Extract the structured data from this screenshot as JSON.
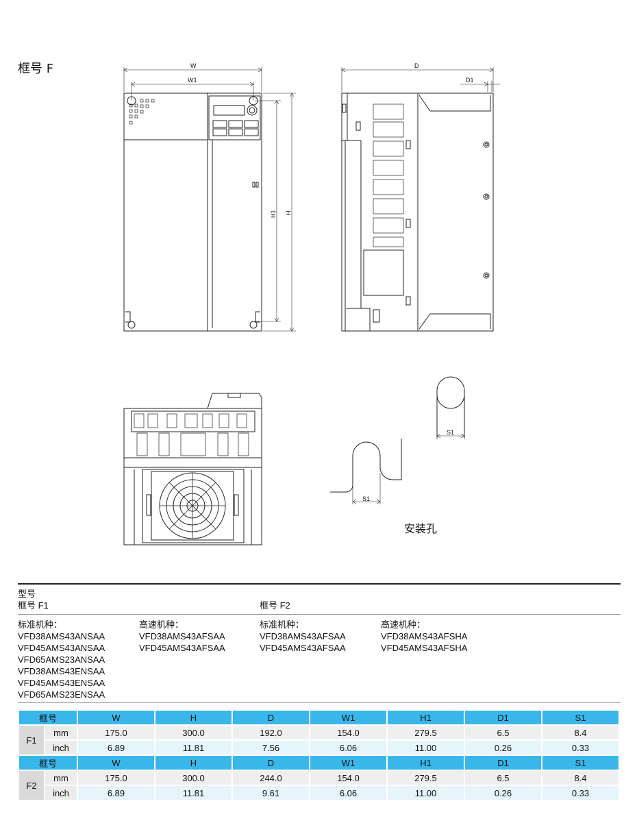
{
  "frame_title": "框号 F",
  "dims": {
    "W": "W",
    "W1": "W1",
    "D": "D",
    "D1": "D1",
    "H": "H",
    "H1": "H1",
    "S1_top": "S1",
    "S1_bottom": "S1"
  },
  "mount_label": "安装孔",
  "models": {
    "heading": "型号",
    "f1_label": "框号 F1",
    "f2_label": "框号 F2",
    "f1_std_title": "标准机种：",
    "f1_std": [
      "VFD38AMS43ANSAA",
      "VFD45AMS43ANSAA",
      "VFD65AMS23ANSAA",
      "VFD38AMS43ENSAA",
      "VFD45AMS43ENSAA",
      "VFD65AMS23ENSAA"
    ],
    "f1_hs_title": "高速机种：",
    "f1_hs": [
      "VFD38AMS43AFSAA",
      "VFD45AMS43AFSAA"
    ],
    "f2_std_title": "标准机种：",
    "f2_std": [
      "VFD38AMS43AFSAA",
      "VFD45AMS43AFSAA"
    ],
    "f2_hs_title": "高速机种：",
    "f2_hs": [
      "VFD38AMS43AFSHA",
      "VFD45AMS43AFSHA"
    ]
  },
  "table": {
    "header_label": "框号",
    "columns": [
      "W",
      "H",
      "D",
      "W1",
      "H1",
      "D1",
      "S1"
    ],
    "units": [
      "mm",
      "inch"
    ],
    "frames": [
      {
        "name": "F1",
        "mm": [
          "175.0",
          "300.0",
          "192.0",
          "154.0",
          "279.5",
          "6.5",
          "8.4"
        ],
        "inch": [
          "6.89",
          "11.81",
          "7.56",
          "6.06",
          "11.00",
          "0.26",
          "0.33"
        ]
      },
      {
        "name": "F2",
        "mm": [
          "175.0",
          "300.0",
          "244.0",
          "154.0",
          "279.5",
          "6.5",
          "8.4"
        ],
        "inch": [
          "6.89",
          "11.81",
          "9.61",
          "6.06",
          "11.00",
          "0.26",
          "0.33"
        ]
      }
    ]
  }
}
